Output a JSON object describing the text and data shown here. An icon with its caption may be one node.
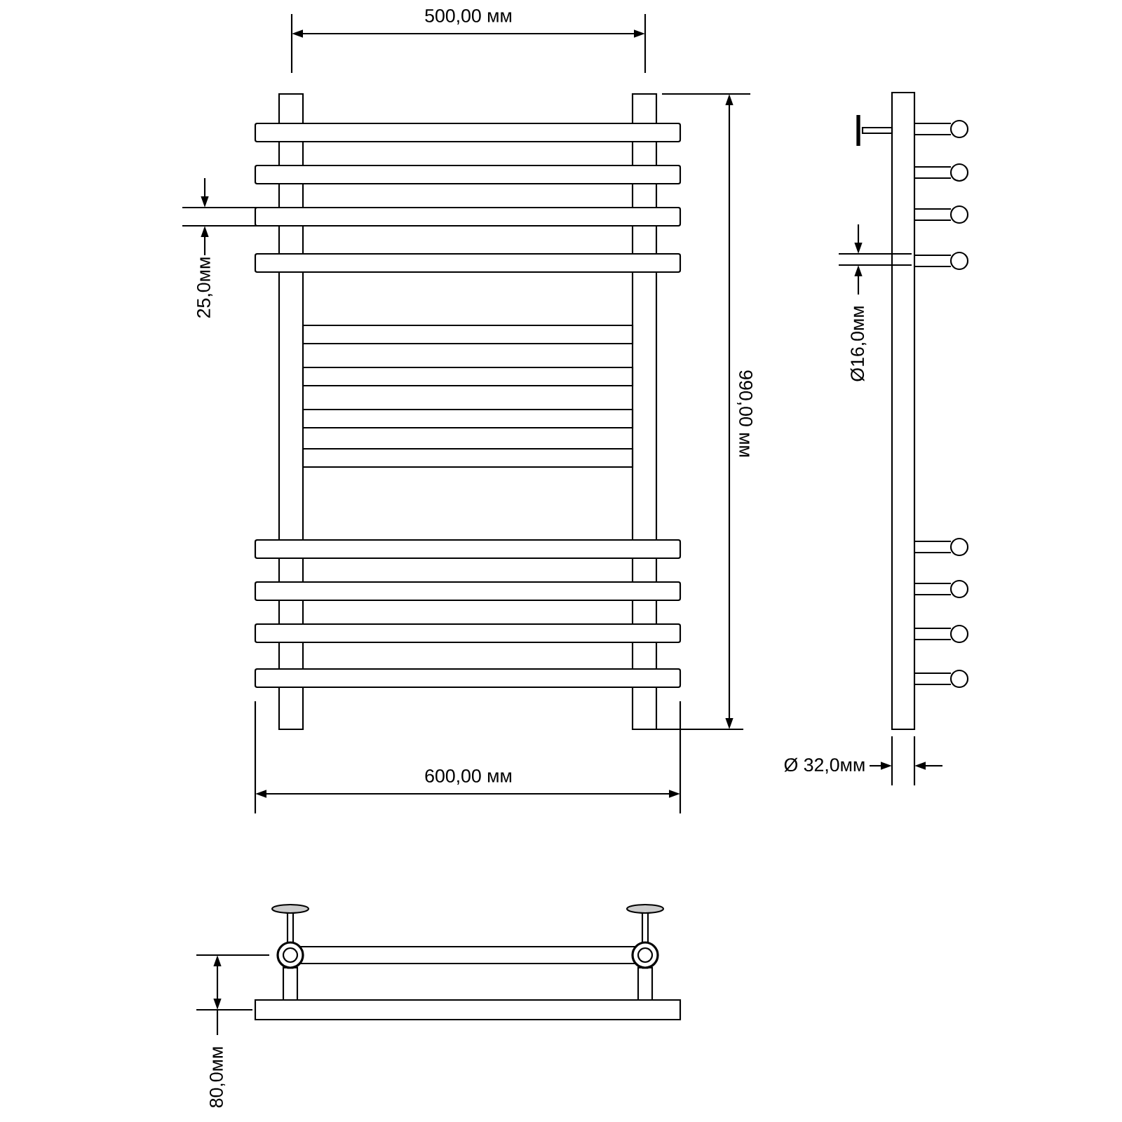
{
  "diagram": {
    "labels": [
      "500,00 мм",
      "990,00 мм",
      "25,0мм",
      "Ø16,0мм",
      "Ø 32,0мм",
      "600,00 мм",
      "80,0мм"
    ]
  }
}
